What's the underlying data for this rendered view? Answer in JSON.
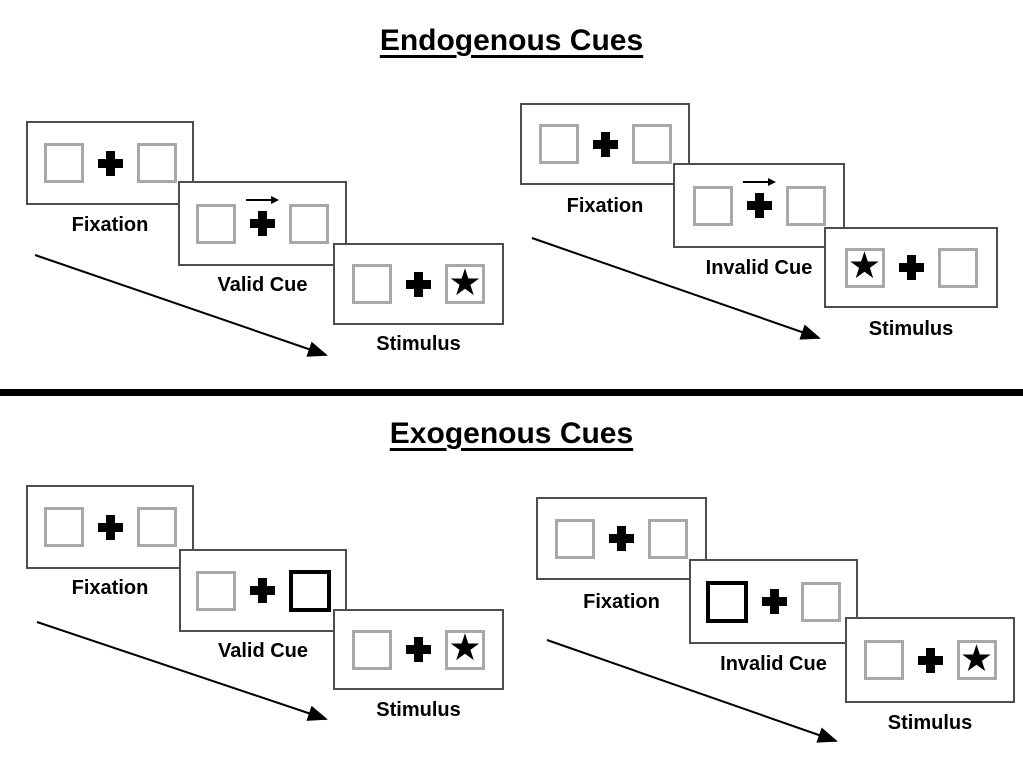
{
  "sections": [
    {
      "title": "Endogenous Cues",
      "trials": [
        {
          "name": "valid-trial",
          "steps": [
            {
              "label": "Fixation",
              "left_box": "empty",
              "center": "fixation-cross",
              "right_box": "empty"
            },
            {
              "label": "Valid Cue",
              "left_box": "empty",
              "center": "fixation-cross",
              "cue": "right-arrow-above-cross",
              "right_box": "empty"
            },
            {
              "label": "Stimulus",
              "left_box": "empty",
              "center": "fixation-cross",
              "right_box": "star"
            }
          ]
        },
        {
          "name": "invalid-trial",
          "steps": [
            {
              "label": "Fixation",
              "left_box": "empty",
              "center": "fixation-cross",
              "right_box": "empty"
            },
            {
              "label": "Invalid Cue",
              "left_box": "empty",
              "center": "fixation-cross",
              "cue": "right-arrow-above-cross",
              "right_box": "empty"
            },
            {
              "label": "Stimulus",
              "left_box": "star",
              "center": "fixation-cross",
              "right_box": "empty"
            }
          ]
        }
      ]
    },
    {
      "title": "Exogenous Cues",
      "trials": [
        {
          "name": "valid-trial",
          "steps": [
            {
              "label": "Fixation",
              "left_box": "empty",
              "center": "fixation-cross",
              "right_box": "empty"
            },
            {
              "label": "Valid Cue",
              "left_box": "empty",
              "center": "fixation-cross",
              "right_box": "empty-highlighted"
            },
            {
              "label": "Stimulus",
              "left_box": "empty",
              "center": "fixation-cross",
              "right_box": "star"
            }
          ]
        },
        {
          "name": "invalid-trial",
          "steps": [
            {
              "label": "Fixation",
              "left_box": "empty",
              "center": "fixation-cross",
              "right_box": "empty"
            },
            {
              "label": "Invalid Cue",
              "left_box": "empty-highlighted",
              "center": "fixation-cross",
              "right_box": "empty"
            },
            {
              "label": "Stimulus",
              "left_box": "empty",
              "center": "fixation-cross",
              "right_box": "star"
            }
          ]
        }
      ]
    }
  ],
  "glyphs": {
    "star": "★",
    "fixation_cross": "+",
    "cue_arrow": "→"
  },
  "colors": {
    "background": "#ffffff",
    "ink": "#000000",
    "panel_border": "#4d4d4d",
    "square_border": "#a8a8a8",
    "divider": "#000000"
  }
}
